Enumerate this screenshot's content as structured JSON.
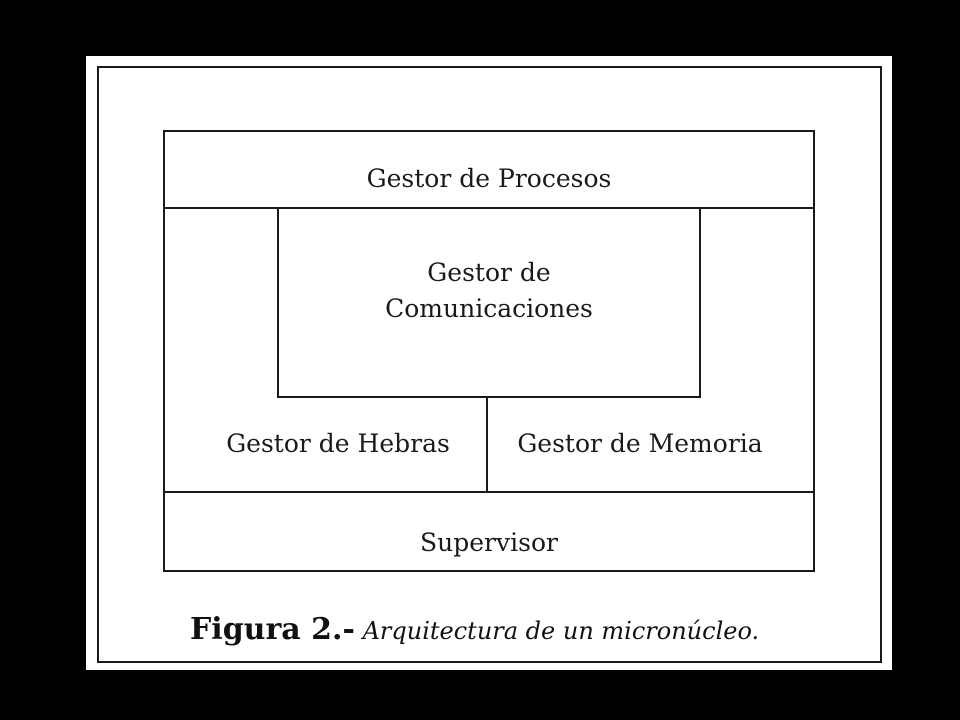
{
  "diagram": {
    "boxes": {
      "procesos": "Gestor de Procesos",
      "comunicaciones_line1": "Gestor de",
      "comunicaciones_line2": "Comunicaciones",
      "hebras": "Gestor de Hebras",
      "memoria": "Gestor de Memoria",
      "supervisor": "Supervisor"
    }
  },
  "caption": {
    "label": "Figura 2.-",
    "text": " Arquitectura de un micronúcleo."
  }
}
